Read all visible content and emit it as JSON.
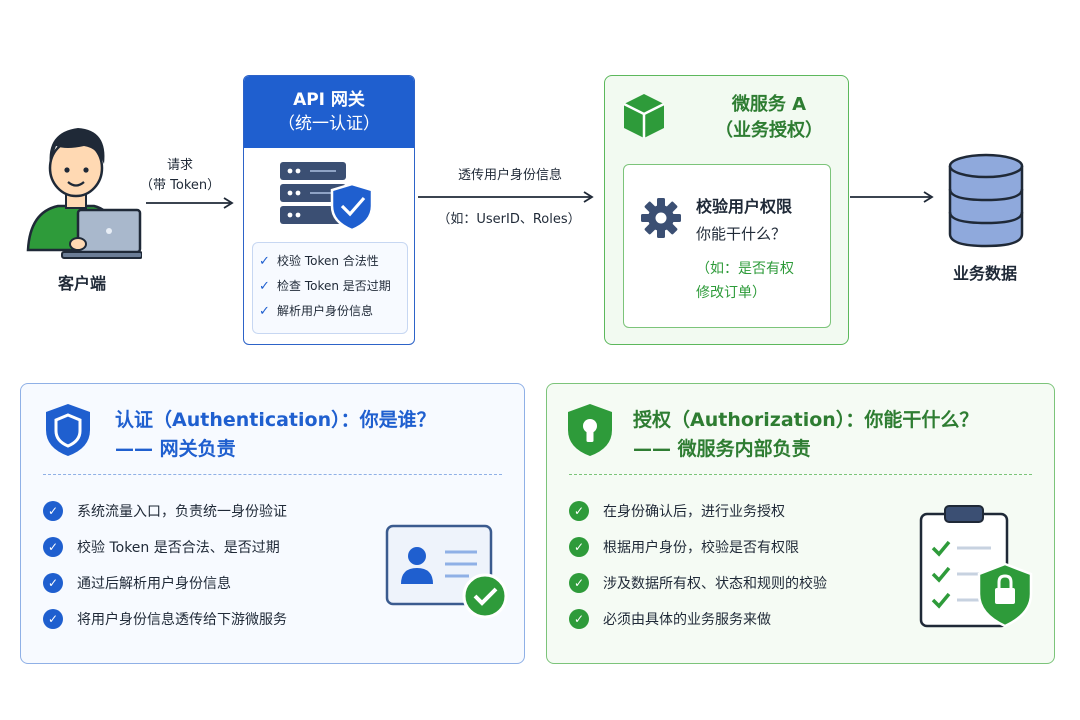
{
  "client": {
    "label": "客户端"
  },
  "request_arrow": {
    "line1": "请求",
    "line2": "（带 Token）"
  },
  "gateway": {
    "title_line1": "API 网关",
    "title_line2": "（统一认证）",
    "checks": [
      "校验 Token 合法性",
      "检查 Token 是否过期",
      "解析用户身份信息"
    ]
  },
  "forward_arrow": {
    "line1": "透传用户身份信息",
    "line2": "（如：UserID、Roles）"
  },
  "microservice": {
    "title_line1": "微服务 A",
    "title_line2": "（业务授权）",
    "inner_title": "校验用户权限",
    "inner_question": "你能干什么？",
    "inner_example_line1": "（如：是否有权",
    "inner_example_line2": "修改订单）"
  },
  "data": {
    "label": "业务数据"
  },
  "authentication": {
    "title_line1": "认证（Authentication）：你是谁？",
    "title_line2": "—— 网关负责",
    "items": [
      "系统流量入口，负责统一身份验证",
      "校验 Token 是否合法、是否过期",
      "通过后解析用户身份信息",
      "将用户身份信息透传给下游微服务"
    ]
  },
  "authorization": {
    "title_line1": "授权（Authorization）：你能干什么？",
    "title_line2": "—— 微服务内部负责",
    "items": [
      "在身份确认后，进行业务授权",
      "根据用户身份，校验是否有权限",
      "涉及数据所有权、状态和规则的校验",
      "必须由具体的业务服务来做"
    ]
  },
  "colors": {
    "blue": "#1f5fcf",
    "green": "#2e9b3a",
    "dark": "#1f2937"
  }
}
